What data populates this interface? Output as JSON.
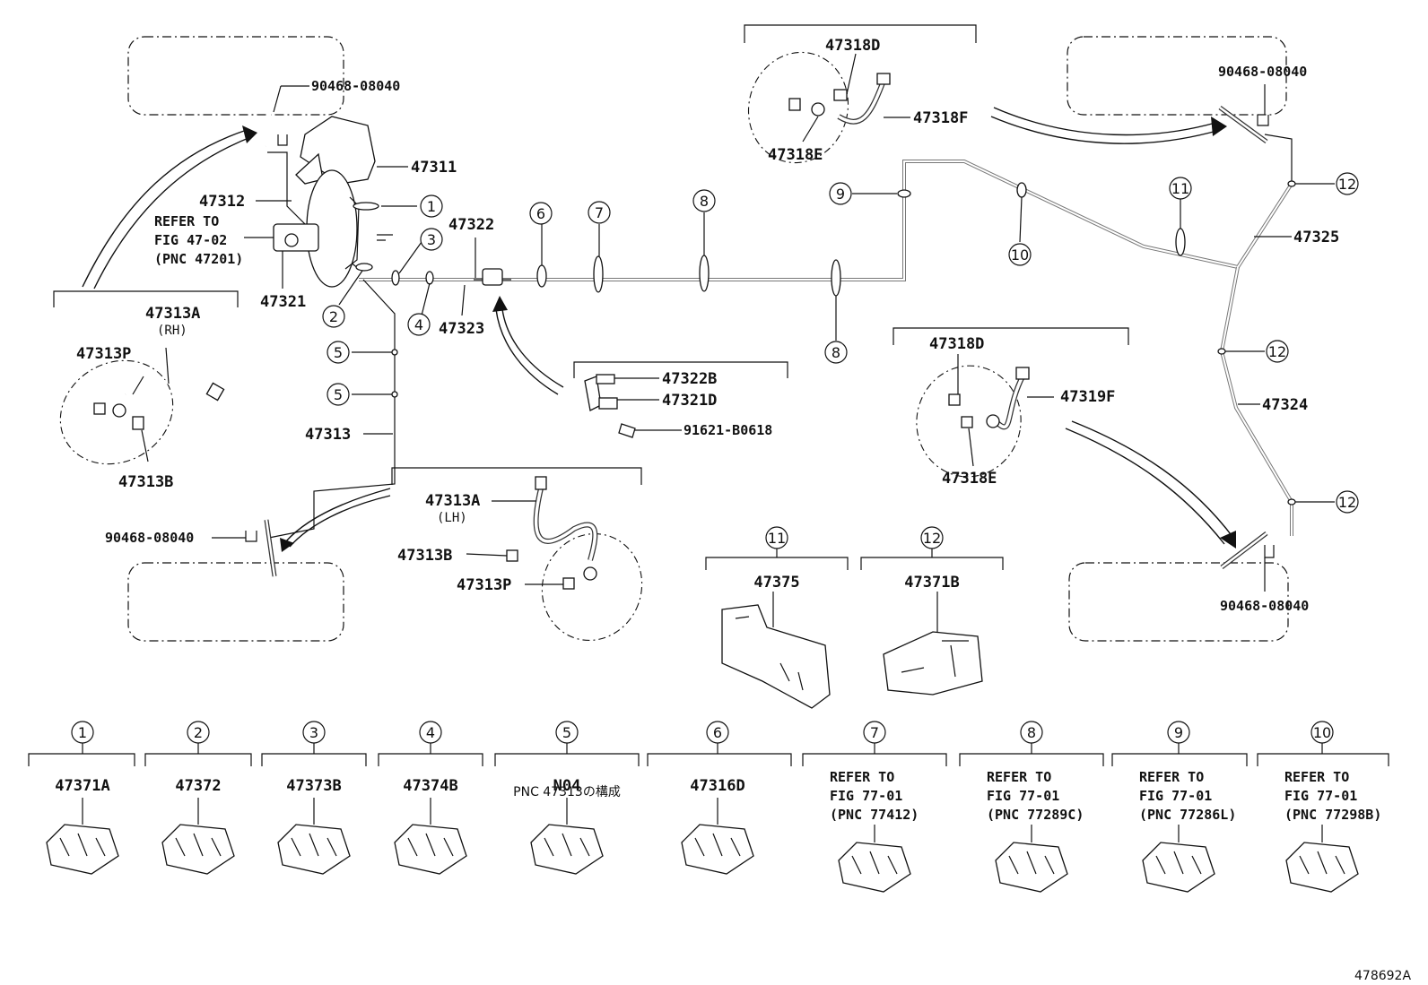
{
  "parts": {
    "p90468_a": "90468-08040",
    "p90468_b": "90468-08040",
    "p90468_c": "90468-08040",
    "p90468_d": "90468-08040",
    "p47311": "47311",
    "p47312": "47312",
    "refer_47201_line1": "REFER TO",
    "refer_47201_line2": "FIG 47-02",
    "refer_47201_line3": "(PNC 47201)",
    "p47321": "47321",
    "p47322": "47322",
    "p47323": "47323",
    "p47313A_rh": "47313A",
    "rh": "(RH)",
    "p47313P_rh": "47313P",
    "p47313B_rh": "47313B",
    "p47313": "47313",
    "p47313A_lh": "47313A",
    "lh": "(LH)",
    "p47313B_lh": "47313B",
    "p47313P_lh": "47313P",
    "p47322B": "47322B",
    "p47321D": "47321D",
    "p91621": "91621-B0618",
    "p47318D_top": "47318D",
    "p47318F": "47318F",
    "p47318E_top": "47318E",
    "p47325": "47325",
    "p47324": "47324",
    "p47318D_mid": "47318D",
    "p47319F": "47319F",
    "p47318E_mid": "47318E",
    "p47375": "47375",
    "p47371B": "47371B"
  },
  "clamp_legend": [
    {
      "num": "1",
      "part": "47371A"
    },
    {
      "num": "2",
      "part": "47372"
    },
    {
      "num": "3",
      "part": "47373B"
    },
    {
      "num": "4",
      "part": "47374B"
    },
    {
      "num": "5",
      "part": "N04",
      "note": "PNC 47313の構成"
    },
    {
      "num": "6",
      "part": "47316D"
    },
    {
      "num": "7",
      "refer": [
        "REFER TO",
        "FIG 77-01",
        "(PNC 77412)"
      ]
    },
    {
      "num": "8",
      "refer": [
        "REFER TO",
        "FIG 77-01",
        "(PNC 77289C)"
      ]
    },
    {
      "num": "9",
      "refer": [
        "REFER TO",
        "FIG 77-01",
        "(PNC 77286L)"
      ]
    },
    {
      "num": "10",
      "refer": [
        "REFER TO",
        "FIG 77-01",
        "(PNC 77298B)"
      ]
    }
  ],
  "mid_legend": [
    {
      "num": "11"
    },
    {
      "num": "12"
    }
  ],
  "callouts": {
    "c1": "1",
    "c2": "2",
    "c3": "3",
    "c4": "4",
    "c5a": "5",
    "c5b": "5",
    "c6": "6",
    "c7": "7",
    "c8a": "8",
    "c8b": "8",
    "c9": "9",
    "c10": "10",
    "c11": "11",
    "c12a": "12",
    "c12b": "12",
    "c12c": "12"
  },
  "figure_id": "478692A"
}
